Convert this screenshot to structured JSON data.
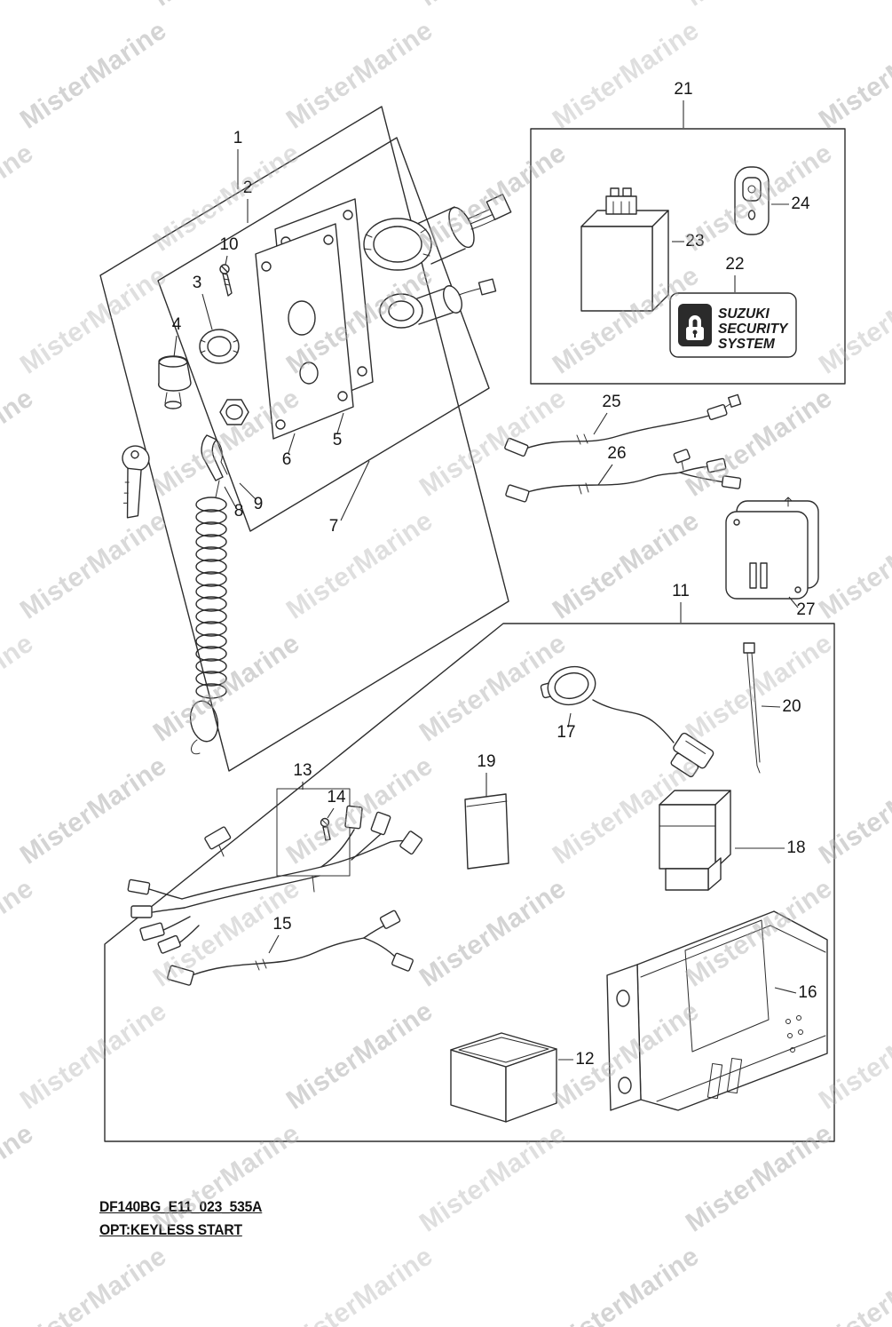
{
  "watermark": {
    "text": "MisterMarine"
  },
  "footer": {
    "code": "DF140BG_E11_023_535A",
    "option": "OPT:KEYLESS START"
  },
  "security_label": {
    "line1": "SUZUKI",
    "line2": "SECURITY",
    "line3": "SYSTEM"
  },
  "labels": {
    "n1": "1",
    "n2": "2",
    "n3": "3",
    "n4": "4",
    "n5": "5",
    "n6": "6",
    "n7": "7",
    "n8": "8",
    "n9": "9",
    "n10": "10",
    "n11": "11",
    "n12": "12",
    "n13": "13",
    "n14": "14",
    "n15": "15",
    "n16": "16",
    "n17": "17",
    "n18": "18",
    "n19": "19",
    "n20": "20",
    "n21": "21",
    "n22": "22",
    "n23": "23",
    "n24": "24",
    "n25": "25",
    "n26": "26",
    "n27": "27"
  }
}
